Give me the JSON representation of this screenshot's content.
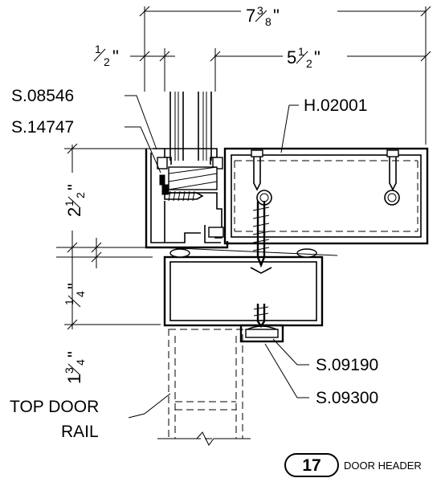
{
  "dimensions": {
    "overall": {
      "whole": "7",
      "num": "3",
      "den": "8",
      "unit": "\""
    },
    "half": {
      "whole": "",
      "num": "1",
      "den": "2",
      "unit": "\""
    },
    "five_half": {
      "whole": "5",
      "num": "1",
      "den": "2",
      "unit": "\""
    },
    "two_half": {
      "whole": "2",
      "num": "1",
      "den": "2",
      "unit": "\""
    },
    "quarter": {
      "whole": "",
      "num": "1",
      "den": "4",
      "unit": "\""
    },
    "one_three_quarter": {
      "whole": "1",
      "num": "3",
      "den": "4",
      "unit": "\""
    }
  },
  "callouts": {
    "s08546": "S.08546",
    "s14747": "S.14747",
    "h02001": "H.02001",
    "s09190": "S.09190",
    "s09300": "S.09300",
    "top_door_rail_line1": "TOP DOOR",
    "top_door_rail_line2": "RAIL"
  },
  "detail": {
    "number": "17",
    "title": "DOOR HEADER"
  }
}
